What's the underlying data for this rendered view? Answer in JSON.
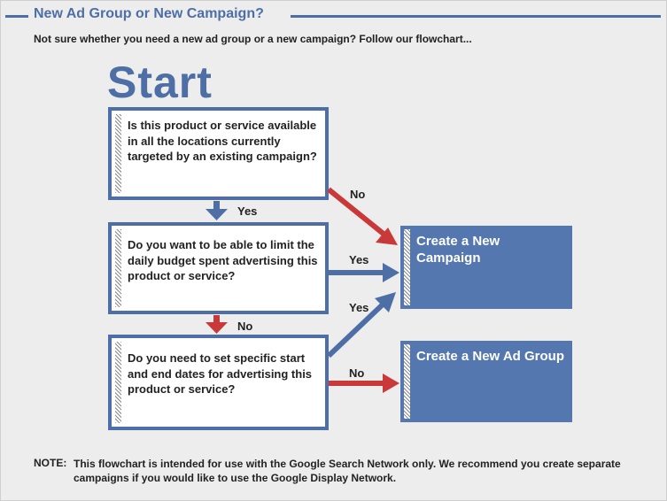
{
  "header": {
    "title": "New Ad Group or New Campaign?",
    "subtitle": "Not sure whether you need a new ad group or a new campaign? Follow our flowchart..."
  },
  "start_label": "Start",
  "questions": [
    "Is this product or service available in all the locations currently targeted by an existing campaign?",
    "Do you want to be able to limit the daily budget spent advertising this product or service?",
    "Do you need to set specific start and end dates for advertising this product or service?"
  ],
  "outcomes": {
    "campaign": "Create a New Campaign",
    "adgroup": "Create a New Ad Group"
  },
  "edge_labels": {
    "q1_yes": "Yes",
    "q1_no": "No",
    "q2_yes": "Yes",
    "q2_no": "No",
    "q3_yes": "Yes",
    "q3_no": "No"
  },
  "note": {
    "label": "NOTE:",
    "text": "This flowchart is intended for use with the Google Search Network only. We recommend you create separate campaigns if you would like to use the Google Display Network."
  },
  "colors": {
    "accent_blue": "#4d6fa6",
    "outcome_fill": "#5477b0",
    "yes_arrow": "#4d6fa6",
    "no_arrow": "#c9393a"
  }
}
